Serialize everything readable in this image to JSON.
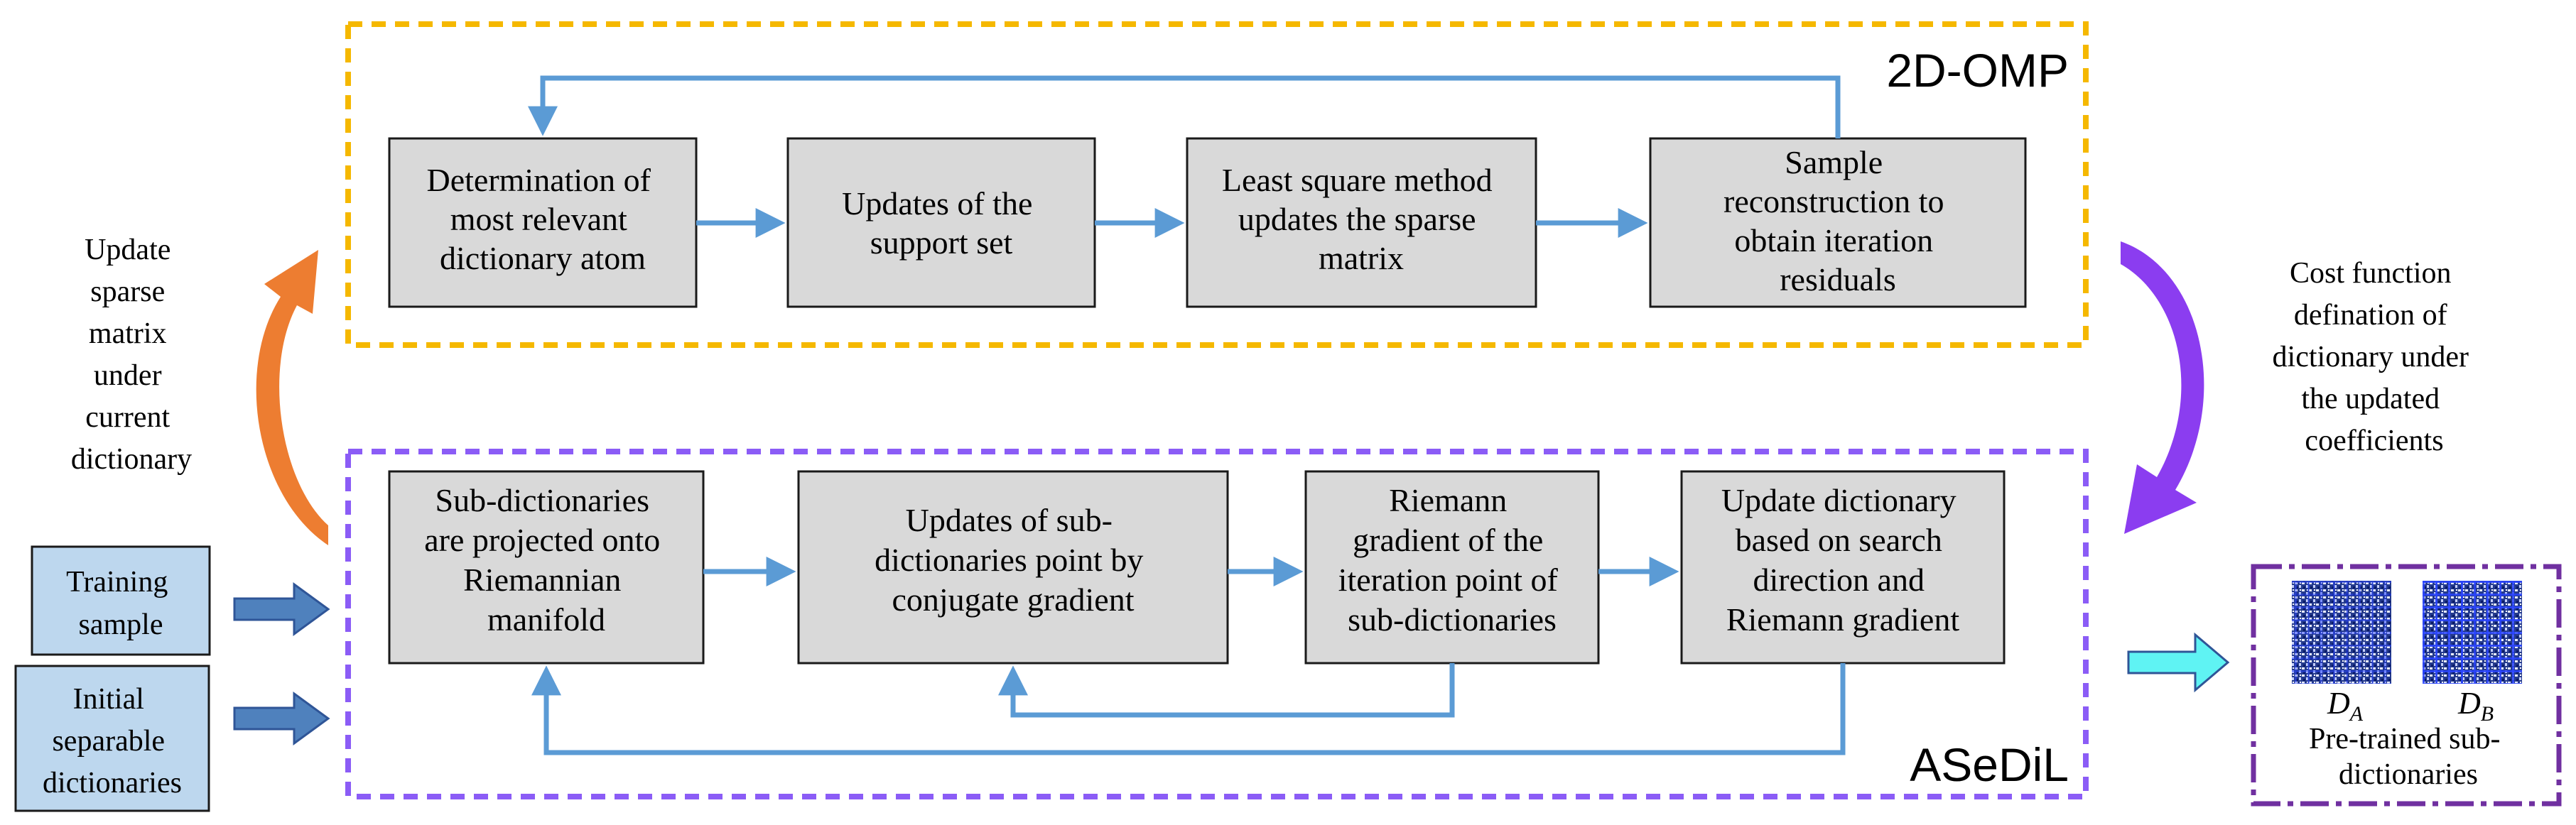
{
  "diagram": {
    "omp": {
      "title": "2D-OMP",
      "boxes": [
        [
          "Determination of",
          "most relevant",
          "dictionary atom"
        ],
        [
          "Updates of the",
          "support set"
        ],
        [
          "Least square method",
          "updates the sparse",
          "matrix"
        ],
        [
          "Sample",
          "reconstruction to",
          "obtain iteration",
          "residuals"
        ]
      ]
    },
    "asedil": {
      "title": "ASeDiL",
      "boxes": [
        [
          "Sub-dictionaries",
          "are projected onto",
          "Riemannian",
          "manifold"
        ],
        [
          "Updates of sub-",
          "dictionaries point by",
          "conjugate gradient"
        ],
        [
          "Riemann",
          "gradient of the",
          "iteration point of",
          "sub-dictionaries"
        ],
        [
          "Update dictionary",
          "based on search",
          "direction and",
          "Riemann gradient"
        ]
      ]
    },
    "left_caption": [
      "Update",
      "sparse",
      "matrix",
      "under",
      "current",
      "dictionary"
    ],
    "right_caption": [
      "Cost function",
      "defination of",
      "dictionary under",
      "the updated",
      "coefficients"
    ],
    "inputs": [
      [
        "Training",
        "sample"
      ],
      [
        "Initial",
        "separable",
        "dictionaries"
      ]
    ],
    "output": {
      "matrix_labels": [
        "D",
        "A",
        "D",
        "B"
      ],
      "caption": [
        "Pre-trained sub-",
        "dictionaries"
      ]
    },
    "colors": {
      "omp_border": "#f5b800",
      "asedil_border": "#8b5cf6",
      "flow_arrow": "#5b9bd5",
      "box_fill": "#d9d9d9",
      "input_fill": "#bdd7ee",
      "left_arrow": "#ed7d31",
      "right_arrow": "#8b3df0",
      "output_arrow": "#5ff3f3",
      "output_border": "#7030a0"
    }
  }
}
